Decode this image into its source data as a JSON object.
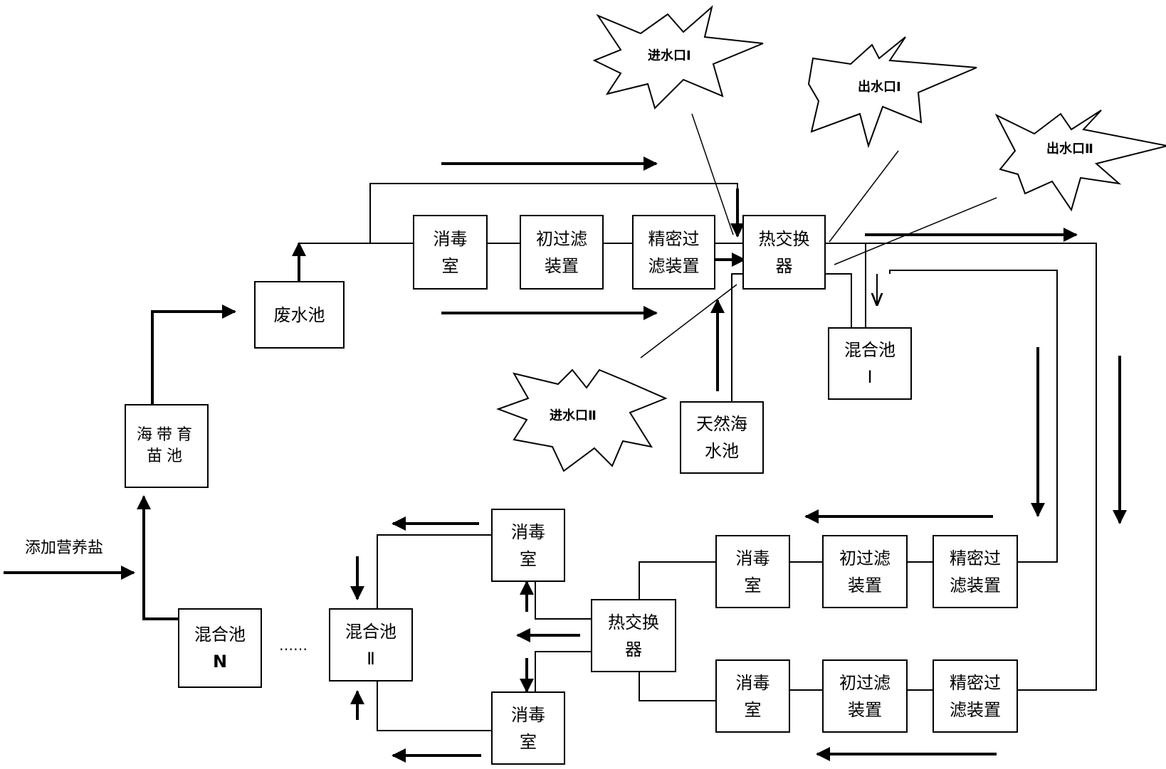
{
  "top": {
    "waste_pool": "废水池",
    "seedling_pool": "海带育苗池",
    "disinfection": [
      "消毒",
      "室"
    ],
    "primary_filter": [
      "初过滤",
      "装置"
    ],
    "precision_filter": [
      "精密过",
      "滤装置"
    ],
    "heat_exchanger": [
      "热交换",
      "器"
    ],
    "mixing_pool_1": [
      "混合池",
      "Ⅰ"
    ],
    "natural_seawater_pool": [
      "天然海",
      "水池"
    ]
  },
  "bottom": {
    "mixing_pool_n": [
      "混合池",
      "N"
    ],
    "ellipsis": "……",
    "mixing_pool_2": [
      "混合池",
      "Ⅱ"
    ],
    "disinfection_upper": [
      "消毒",
      "室"
    ],
    "disinfection_lower": [
      "消毒",
      "室"
    ],
    "heat_exchanger": [
      "热交换",
      "器"
    ],
    "row1_disinfection": [
      "消毒",
      "室"
    ],
    "row1_primary_filter": [
      "初过滤",
      "装置"
    ],
    "row1_precision_filter": [
      "精密过",
      "滤装置"
    ],
    "row2_disinfection": [
      "消毒",
      "室"
    ],
    "row2_primary_filter": [
      "初过滤",
      "装置"
    ],
    "row2_precision_filter": [
      "精密过",
      "滤装置"
    ]
  },
  "labels": {
    "add_nutrient": "添加营养盐",
    "inlet_1": "进水口Ⅰ",
    "outlet_1": "出水口Ⅰ",
    "outlet_2": "出水口Ⅱ",
    "inlet_2": "进水口Ⅱ"
  }
}
